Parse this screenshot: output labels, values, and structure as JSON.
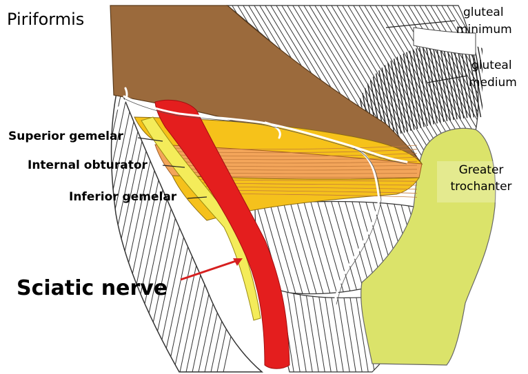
{
  "labels": {
    "piriformis": "Piriformis",
    "gluteal_minimum_line1": "gluteal",
    "gluteal_minimum_line2": "minimum",
    "gluteal_medium_line1": "gluteal",
    "gluteal_medium_line2": "medium",
    "greater_trochanter_line1": "Greater",
    "greater_trochanter_line2": "trochanter",
    "superior_gemelar": "Superior gemelar",
    "internal_obturator": "Internal obturator",
    "inferior_gemelar": "Inferior gemelar",
    "sciatic_nerve": "Sciatic nerve"
  },
  "colors": {
    "piriformis_muscle": "#9b6a3c",
    "superior_gemelar_muscle": "#f6c21a",
    "internal_obturator_muscle": "#f3a55a",
    "inferior_gemelar_muscle": "#f5c11c",
    "sciatic_nerve": "#e41e1e",
    "posterior_femoral_cutaneous_nerve": "#f4ec5a",
    "greater_trochanter": "#dbe36a",
    "sciatic_pointer_arrow": "#d61f1f",
    "muscle_hatching": "#333333"
  }
}
